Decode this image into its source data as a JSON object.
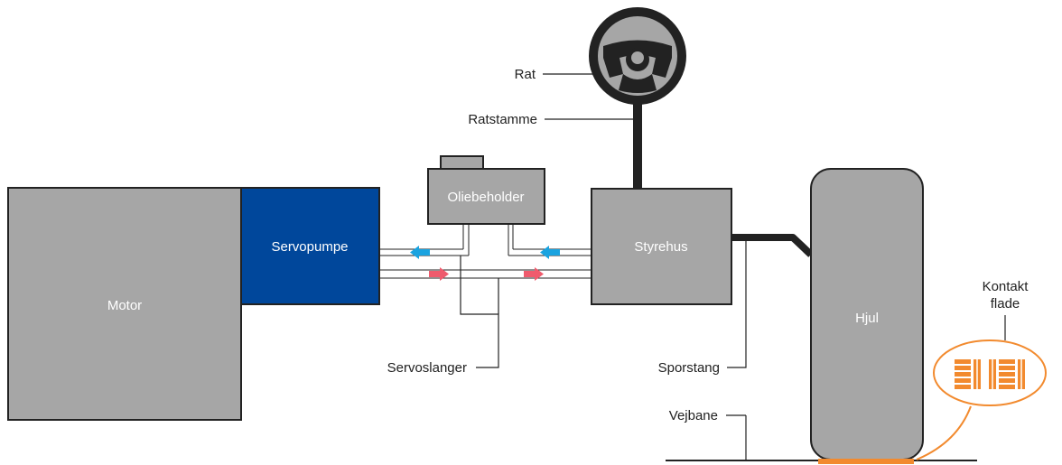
{
  "labels": {
    "motor": "Motor",
    "servopumpe": "Servopumpe",
    "oliebeholder": "Oliebeholder",
    "styrehus": "Styrehus",
    "hjul": "Hjul",
    "rat": "Rat",
    "ratstamme": "Ratstamme",
    "servoslanger": "Servoslanger",
    "sporstang": "Sporstang",
    "vejbane": "Vejbane",
    "kontakt_line1": "Kontakt",
    "kontakt_line2": "flade"
  },
  "colors": {
    "component_fill": "#a6a6a6",
    "pump_fill": "#00479b",
    "outline": "#222222",
    "flow_return": "#1aa3e0",
    "flow_supply": "#ef5b6d",
    "contact_orange": "#f28a2e"
  }
}
